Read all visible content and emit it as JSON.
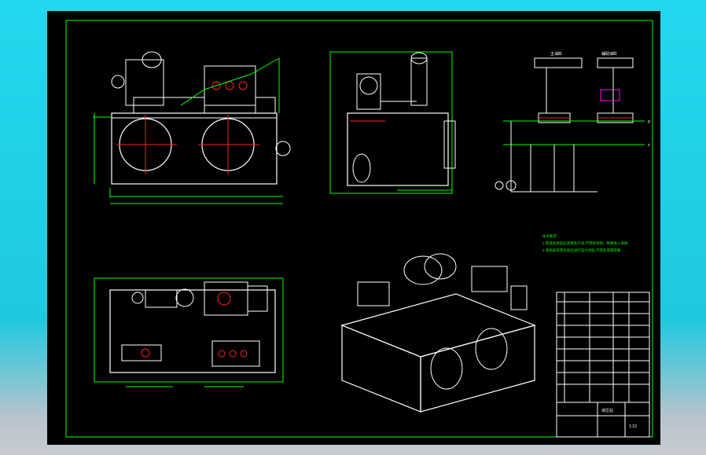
{
  "drawing": {
    "circuit_labels": {
      "left_group": "主油缸",
      "right_group": "辅助油缸",
      "port_p": "P",
      "port_t": "T"
    },
    "notes": {
      "heading": "技术要求",
      "line1": "1.管道连接前必须清洗干净,严禁有杂物、铁屑进入系统",
      "line2": "2.系统安装完毕后应进行压力试验,不得有渗漏现象"
    },
    "title_block": {
      "drawing_name": "液压站",
      "scale": "1:10"
    }
  },
  "colors": {
    "sheet": "#000000",
    "linework": "#ffffff",
    "dimension": "#00ff00",
    "centerline": "#ff2020",
    "valve": "#ff00ff",
    "background": "#22d8ee"
  }
}
